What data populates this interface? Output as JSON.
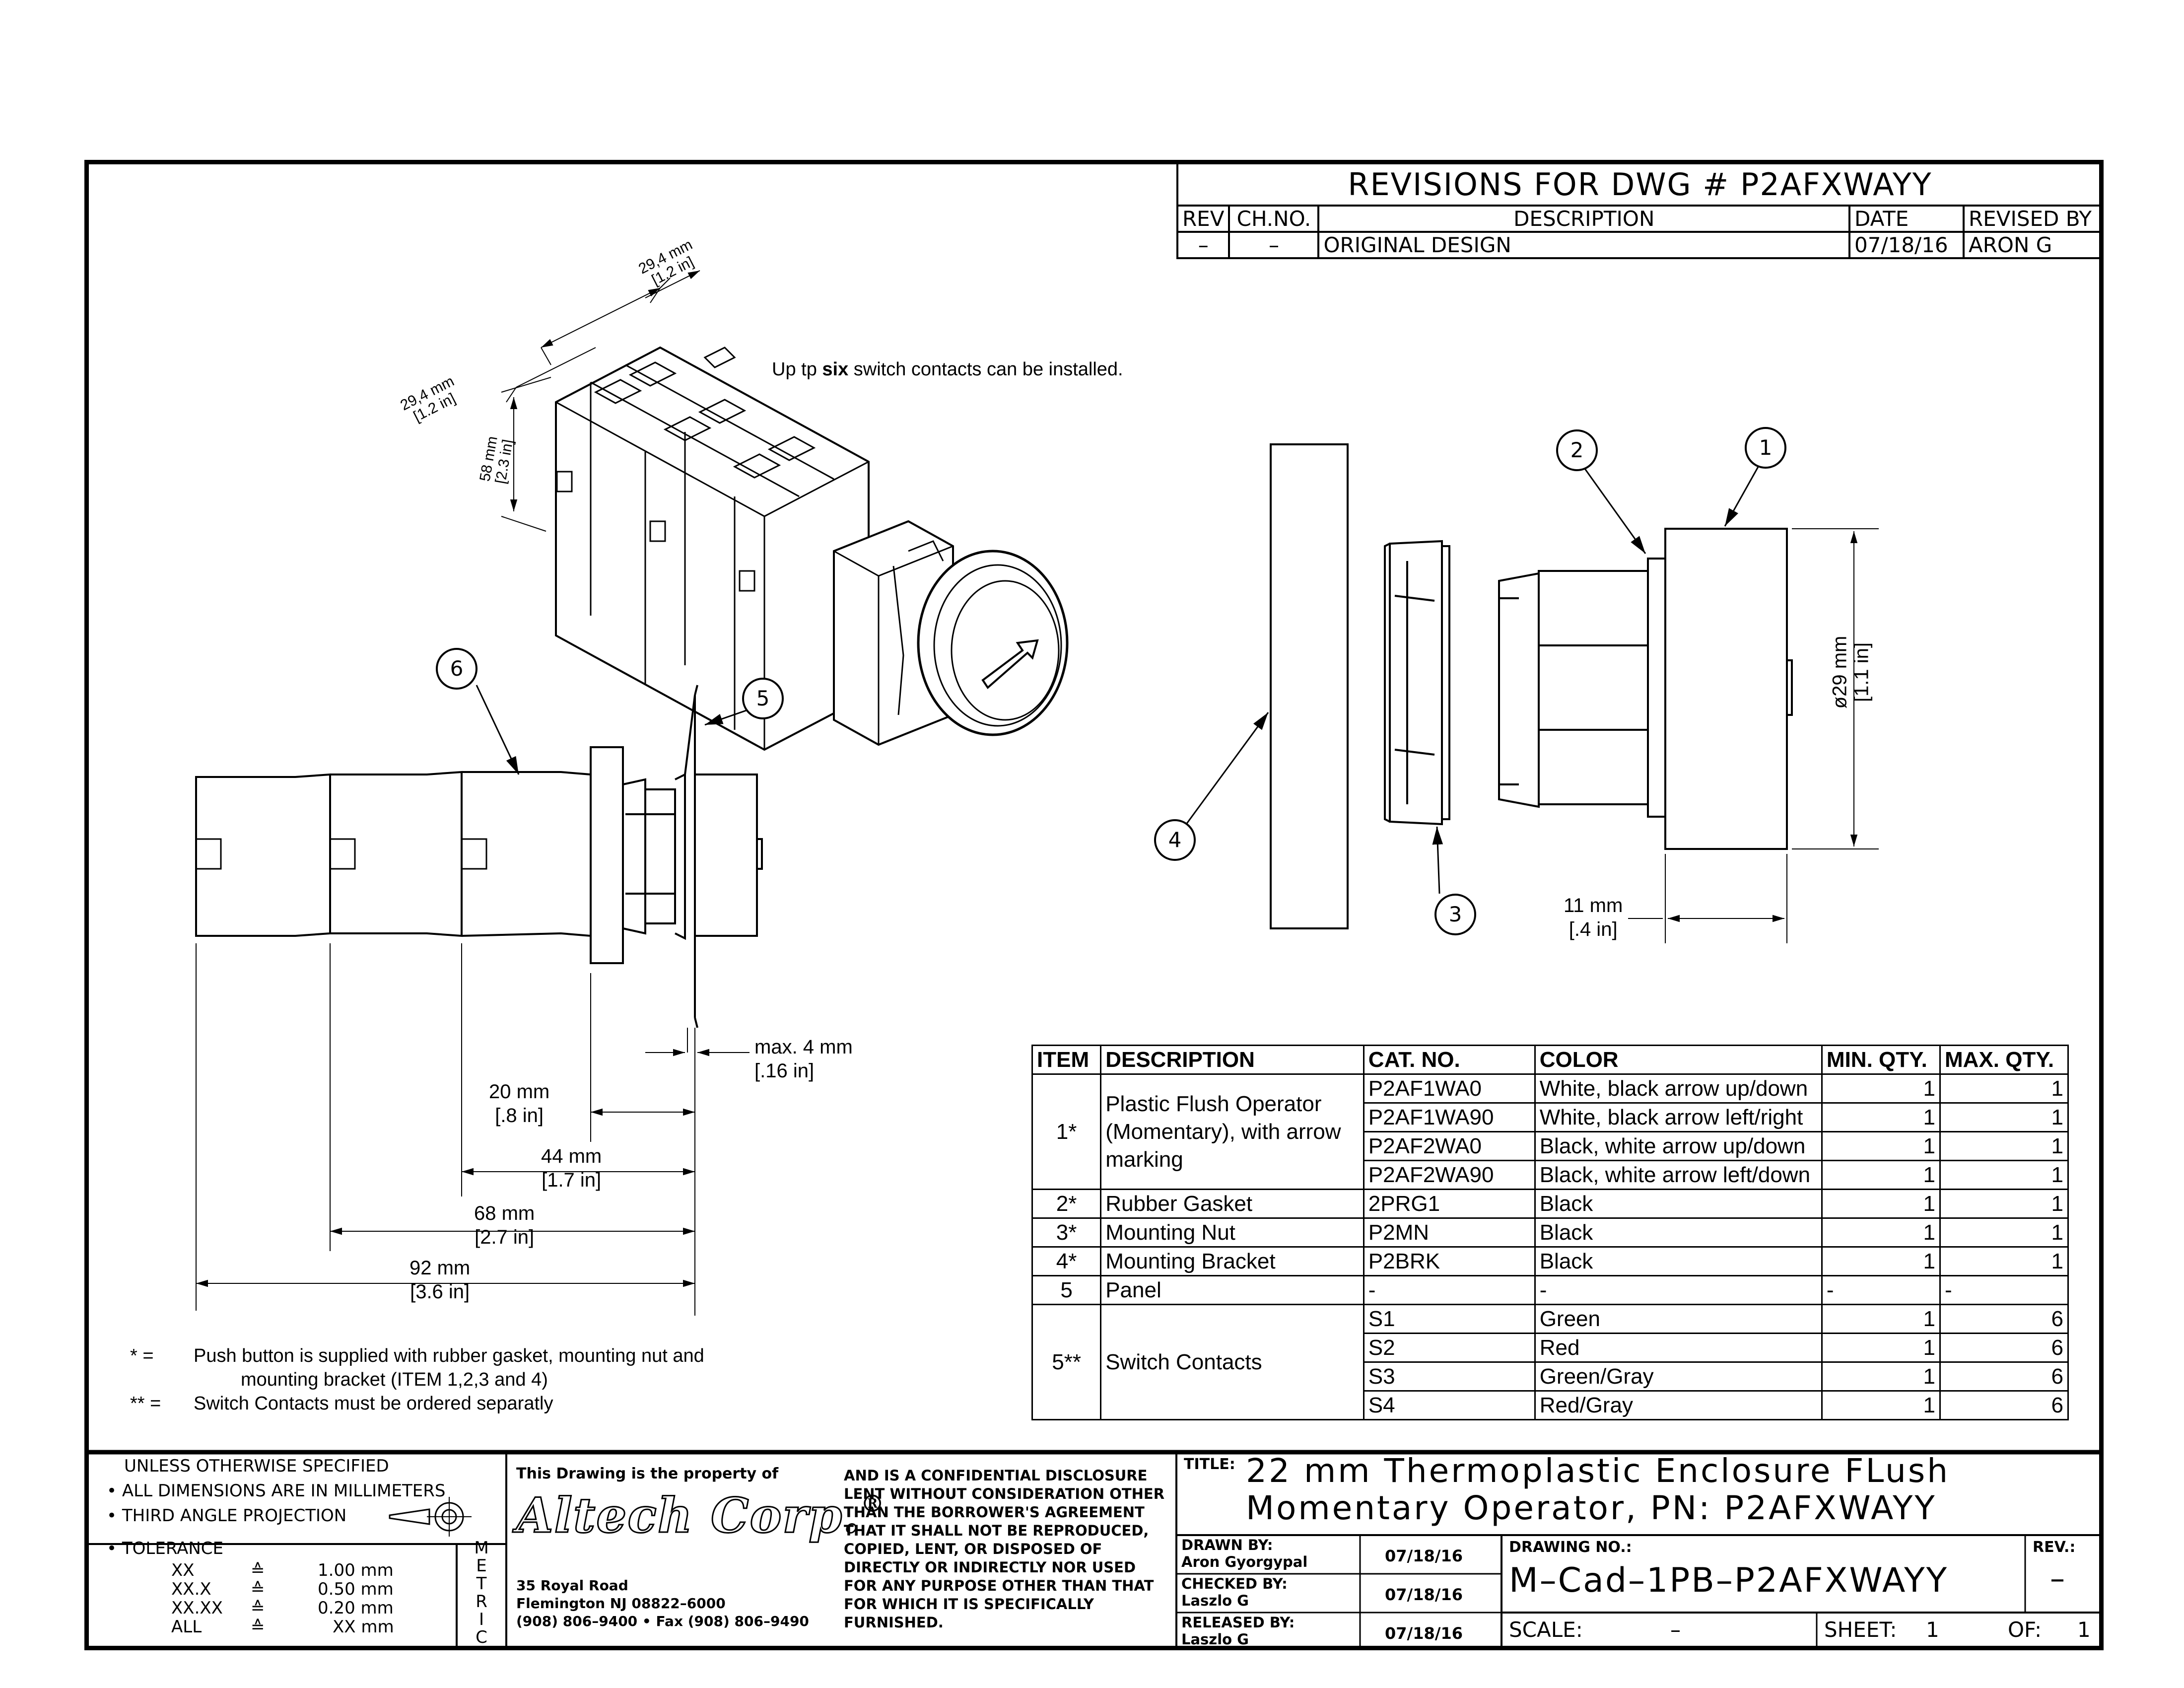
{
  "revisions": {
    "title": "REVISIONS FOR DWG # P2AFXWAYY",
    "headers": [
      "REV",
      "CH.NO.",
      "DESCRIPTION",
      "DATE",
      "REVISED BY"
    ],
    "rows": [
      [
        "–",
        "–",
        "ORIGINAL DESIGN",
        "07/18/16",
        "ARON G"
      ]
    ]
  },
  "note_contacts": {
    "pre": "Up tp ",
    "bold": "six",
    "post": " switch contacts can be installed."
  },
  "iso_dims": {
    "top_mm": "29,4 mm",
    "top_in": "[1.2 in]",
    "left_mm": "29,4 mm",
    "left_in": "[1.2 in]",
    "height_mm": "58 mm",
    "height_in": "[2.3 in]"
  },
  "side_dims": {
    "max_mm": "max. 4 mm",
    "max_in": "[.16 in]",
    "d20_mm": "20 mm",
    "d20_in": "[.8 in]",
    "d44_mm": "44 mm",
    "d44_in": "[1.7 in]",
    "d68_mm": "68 mm",
    "d68_in": "[2.7 in]",
    "d92_mm": "92 mm",
    "d92_in": "[3.6 in]"
  },
  "exploded_dims": {
    "dia_mm": "ø29 mm",
    "dia_in": "[1.1 in]",
    "d11_mm": "11 mm",
    "d11_in": "[.4 in]"
  },
  "callouts": [
    "1",
    "2",
    "3",
    "4",
    "5",
    "6"
  ],
  "bom": {
    "headers": [
      "ITEM",
      "DESCRIPTION",
      "CAT. NO.",
      "COLOR",
      "MIN. QTY.",
      "MAX. QTY."
    ],
    "item1": {
      "item": "1*",
      "description": "Plastic Flush Operator (Momentary), with arrow marking",
      "rows": [
        {
          "cat": "P2AF1WA0",
          "color": "White, black arrow up/down",
          "min": "1",
          "max": "1"
        },
        {
          "cat": "P2AF1WA90",
          "color": "White, black arrow left/right",
          "min": "1",
          "max": "1"
        },
        {
          "cat": "P2AF2WA0",
          "color": "Black, white arrow up/down",
          "min": "1",
          "max": "1"
        },
        {
          "cat": "P2AF2WA90",
          "color": "Black, white arrow left/down",
          "min": "1",
          "max": "1"
        }
      ]
    },
    "singles": [
      {
        "item": "2*",
        "description": "Rubber Gasket",
        "cat": "2PRG1",
        "color": "Black",
        "min": "1",
        "max": "1"
      },
      {
        "item": "3*",
        "description": "Mounting Nut",
        "cat": "P2MN",
        "color": "Black",
        "min": "1",
        "max": "1"
      },
      {
        "item": "4*",
        "description": "Mounting Bracket",
        "cat": "P2BRK",
        "color": "Black",
        "min": "1",
        "max": "1"
      },
      {
        "item": "5",
        "description": "Panel",
        "cat": "-",
        "color": "-",
        "min": "-",
        "max": "-"
      }
    ],
    "item5": {
      "item": "5**",
      "description": "Switch Contacts",
      "rows": [
        {
          "cat": "S1",
          "color": "Green",
          "min": "1",
          "max": "6"
        },
        {
          "cat": "S2",
          "color": "Red",
          "min": "1",
          "max": "6"
        },
        {
          "cat": "S3",
          "color": "Green/Gray",
          "min": "1",
          "max": "6"
        },
        {
          "cat": "S4",
          "color": "Red/Gray",
          "min": "1",
          "max": "6"
        }
      ]
    }
  },
  "footnotes": {
    "n1_mark": "*   =",
    "n1_line1": "Push button is supplied with rubber gasket, mounting nut and",
    "n1_line2": "mounting bracket (ITEM 1,2,3 and 4)",
    "n2_mark": "** =",
    "n2_line1": "Switch Contacts must be ordered separatly"
  },
  "titleblock": {
    "unless": "UNLESS OTHERWISE SPECIFIED",
    "dims": "• ALL DIMENSIONS ARE IN MILLIMETERS",
    "proj": "• THIRD ANGLE PROJECTION",
    "tol_label": "• TOLERANCE",
    "tolerances": [
      {
        "k": "XX",
        "v": "1.00 mm"
      },
      {
        "k": "XX.X",
        "v": "0.50 mm"
      },
      {
        "k": "XX.XX",
        "v": "0.20 mm"
      },
      {
        "k": "ALL",
        "v": "XX mm"
      }
    ],
    "metric": [
      "M",
      "E",
      "T",
      "R",
      "I",
      "C"
    ],
    "property": "This Drawing is the property of",
    "company": "Altech Corp.",
    "registered": "®",
    "addr1": "35 Royal Road",
    "addr2": "Flemington NJ 08822–6000",
    "addr3": "(908) 806–9400 • Fax (908) 806–9490",
    "confidential": [
      "AND IS A CONFIDENTIAL DISCLOSURE",
      "LENT WITHOUT CONSIDERATION OTHER",
      "THAN THE BORROWER'S AGREEMENT",
      "THAT IT SHALL NOT BE REPRODUCED,",
      "COPIED, LENT, OR DISPOSED OF",
      "DIRECTLY OR INDIRECTLY NOR USED",
      "FOR ANY PURPOSE OTHER THAN THAT",
      "FOR WHICH IT IS SPECIFICALLY",
      "FURNISHED."
    ],
    "title_label": "TITLE:",
    "title1": "22 mm Thermoplastic Enclosure FLush",
    "title2": "Momentary Operator, PN: P2AFXWAYY",
    "drawn_label": "DRAWN BY:",
    "drawn_name": "Aron Gyorgypal",
    "drawn_date": "07/18/16",
    "checked_label": "CHECKED BY:",
    "checked_name": "Laszlo G",
    "checked_date": "07/18/16",
    "released_label": "RELEASED BY:",
    "released_name": "Laszlo G",
    "released_date": "07/18/16",
    "drawing_no_label": "DRAWING NO.:",
    "drawing_no": "M–Cad–1PB–P2AFXWAYY",
    "rev_label": "REV.:",
    "rev_value": "–",
    "scale_label": "SCALE:",
    "scale_value": "–",
    "sheet_label": "SHEET:",
    "sheet_value": "1",
    "of_label": "OF:",
    "of_value": "1"
  }
}
